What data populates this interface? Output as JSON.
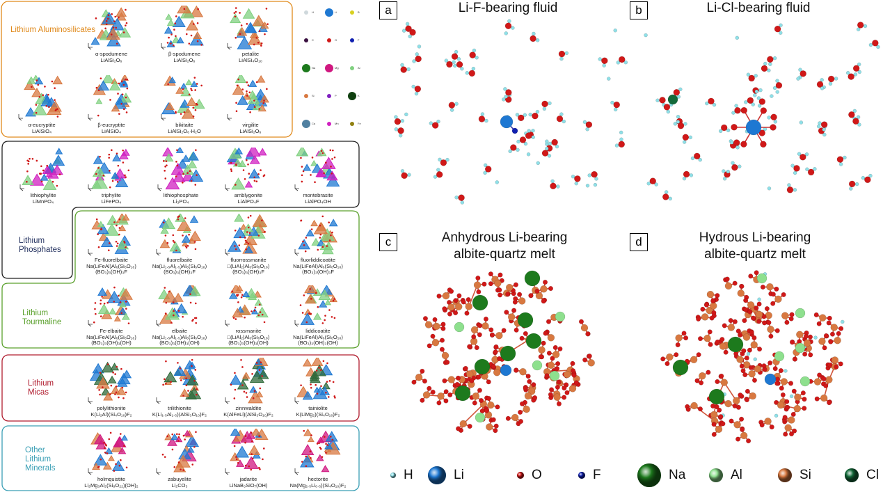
{
  "categories": {
    "aluminosilicates": {
      "label": "Lithium Aluminosilicates",
      "color": "#e08a1c"
    },
    "phosphates": {
      "label": "Lithium Phosphates",
      "color": "#1f2d5c"
    },
    "tourmaline": {
      "label": "Lithium Tourmaline",
      "color": "#5aa02c"
    },
    "micas": {
      "label": "Lithium Micas",
      "color": "#b01c2e"
    },
    "other": {
      "label": "Other Lithium Minerals",
      "color": "#3a9fb5"
    }
  },
  "minerals": [
    {
      "name": "α-spodumene",
      "formula": "LiAlSi₂O₆"
    },
    {
      "name": "β-spodumene",
      "formula": "LiAlSi₂O₆"
    },
    {
      "name": "petalite",
      "formula": "LiAlSi₄O₁₀"
    },
    {
      "name": "α-eucryptite",
      "formula": "LiAlSiO₄"
    },
    {
      "name": "β-eucryptite",
      "formula": "LiAlSiO₄"
    },
    {
      "name": "bikitaite",
      "formula": "LiAlSi₂O₆·H₂O"
    },
    {
      "name": "virgilite",
      "formula": "LiAlSi₂O₆"
    },
    {
      "name": "lithiophylite",
      "formula": "LiMnPO₄"
    },
    {
      "name": "triphylite",
      "formula": "LiFePO₄"
    },
    {
      "name": "lithiophosphate",
      "formula": "Li₃PO₄"
    },
    {
      "name": "amblygonite",
      "formula": "LiAlPO₄F"
    },
    {
      "name": "montebrasite",
      "formula": "LiAlPO₄OH"
    },
    {
      "name": "Fe-fluorelbaite",
      "formula": "Na(LiFeAl)Al₆(Si₆O₁₈)",
      "formula2": "(BO₃)₃(OH)₃F"
    },
    {
      "name": "fluorelbaite",
      "formula": "Na(Li₁.₅Al₁.₅)Al₆(Si₆O₁₈)",
      "formula2": "(BO₃)₃(OH)₃F"
    },
    {
      "name": "fluorrossmanite",
      "formula": "□(LiAl₂)Al₆(Si₆O₁₈)",
      "formula2": "(BO₃)₃(OH)₃F"
    },
    {
      "name": "fluorliddicoatite",
      "formula": "Na(LiFeAl)Al₆(Si₆O₁₈)",
      "formula2": "(BO₃)₃(OH)₃F"
    },
    {
      "name": "Fe-elbaite",
      "formula": "Na(LiFeAl)Al₆(Si₆O₁₈)",
      "formula2": "(BO₃)₃(OH)₃(OH)"
    },
    {
      "name": "elbaite",
      "formula": "Na(Li₁.₅Al₁.₅)Al₆(Si₆O₁₈)",
      "formula2": "(BO₃)₃(OH)₃(OH)"
    },
    {
      "name": "rossmanite",
      "formula": "□(LiAl₂)Al₆(Si₆O₁₈)",
      "formula2": "(BO₃)₃(OH)₃(OH)"
    },
    {
      "name": "liddicoatite",
      "formula": "Na(LiFeAl)Al₆(Si₆O₁₈)",
      "formula2": "(BO₃)₃(OH)₃(OH)"
    },
    {
      "name": "polylithionite",
      "formula": "K(Li₂Al)(Si₄O₁₀)F₂"
    },
    {
      "name": "trilithionite",
      "formula": "K(Li₁.₅Al₁.₅)(AlSi₃O₁₀)F₂"
    },
    {
      "name": "zinnwaldite",
      "formula": "K(AlFeLi)(AlSi₃O₁₀)F₂"
    },
    {
      "name": "tainiolite",
      "formula": "K(LiMg₂)(Si₄O₁₀)F₂"
    },
    {
      "name": "holmquistite",
      "formula": "Li₂Mg₃Al₂(Si₈O₂₂)(OH)₂"
    },
    {
      "name": "zabuyelite",
      "formula": "Li₂CO₃"
    },
    {
      "name": "jadarite",
      "formula": "LiNaB₃SiO₇(OH)"
    },
    {
      "name": "hectorite",
      "formula": "Na(Mg₂.₅Li₀.₅)(Si₄O₁₀)F₂"
    }
  ],
  "element_key": [
    {
      "symbol": "H",
      "color": "#cfd8dc"
    },
    {
      "symbol": "Li",
      "color": "#1e78d2"
    },
    {
      "symbol": "B",
      "color": "#d8d020"
    },
    {
      "symbol": "C",
      "color": "#3a1040"
    },
    {
      "symbol": "O",
      "color": "#d01818"
    },
    {
      "symbol": "F",
      "color": "#1020b0"
    },
    {
      "symbol": "Na",
      "color": "#1d7a1d"
    },
    {
      "symbol": "Mg",
      "color": "#d01880"
    },
    {
      "symbol": "Al",
      "color": "#80d080"
    },
    {
      "symbol": "Si",
      "color": "#d87840"
    },
    {
      "symbol": "P",
      "color": "#8020c0"
    },
    {
      "symbol": "K",
      "color": "#104010"
    },
    {
      "symbol": "Ca",
      "color": "#5080a0"
    },
    {
      "symbol": "Mn",
      "color": "#d020c0"
    },
    {
      "symbol": "Fe",
      "color": "#908010"
    }
  ],
  "panels": [
    {
      "letter": "a",
      "title": "Li-F-bearing fluid"
    },
    {
      "letter": "b",
      "title": "Li-Cl-bearing fluid"
    },
    {
      "letter": "c",
      "title": "Anhydrous Li-bearing",
      "title2": "albite-quartz melt"
    },
    {
      "letter": "d",
      "title": "Hydrous Li-bearing",
      "title2": "albite-quartz melt"
    }
  ],
  "legend": [
    {
      "label": "H",
      "color": "#8fe0e8"
    },
    {
      "label": "Li",
      "color": "#1e78d2"
    },
    {
      "label": "O",
      "color": "#d01818"
    },
    {
      "label": "F",
      "color": "#1020b0"
    },
    {
      "label": "Na",
      "color": "#1d7a1d"
    },
    {
      "label": "Al",
      "color": "#8ee08e"
    },
    {
      "label": "Si",
      "color": "#d87840"
    },
    {
      "label": "Cl",
      "color": "#136a3a"
    }
  ]
}
